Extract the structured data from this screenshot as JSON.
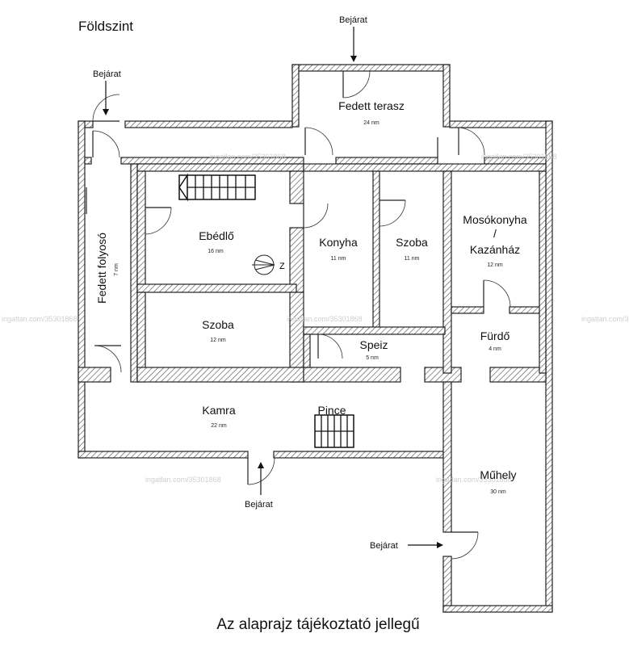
{
  "plan": {
    "floor_title": "Földszint",
    "disclaimer": "Az alaprajz tájékoztató jellegű",
    "watermark": "ingatlan.com/35301868",
    "entrance_label": "Bejárat",
    "rooms": {
      "terrace": {
        "name": "Fedett terasz",
        "area": "24 nm"
      },
      "corridor": {
        "name": "Fedett folyosó",
        "area": "7 nm"
      },
      "dining": {
        "name": "Ebédlő",
        "area": "16 nm"
      },
      "kitchen": {
        "name": "Konyha",
        "area": "11 nm"
      },
      "room1": {
        "name": "Szoba",
        "area": "11 nm"
      },
      "laundry": {
        "name_line1": "Mosókonyha",
        "name_line2": "/",
        "name_line3": "Kazánház",
        "area": "12 nm"
      },
      "room2": {
        "name": "Szoba",
        "area": "12 nm"
      },
      "pantry": {
        "name": "Speiz",
        "area": "5 nm"
      },
      "bath": {
        "name": "Fürdő",
        "area": "4 nm"
      },
      "storage": {
        "name": "Kamra",
        "area": "22 nm"
      },
      "cellar": {
        "name": "Pince"
      },
      "workshop": {
        "name": "Műhely",
        "area": "30 nm"
      }
    },
    "compass_letter": "Z"
  }
}
